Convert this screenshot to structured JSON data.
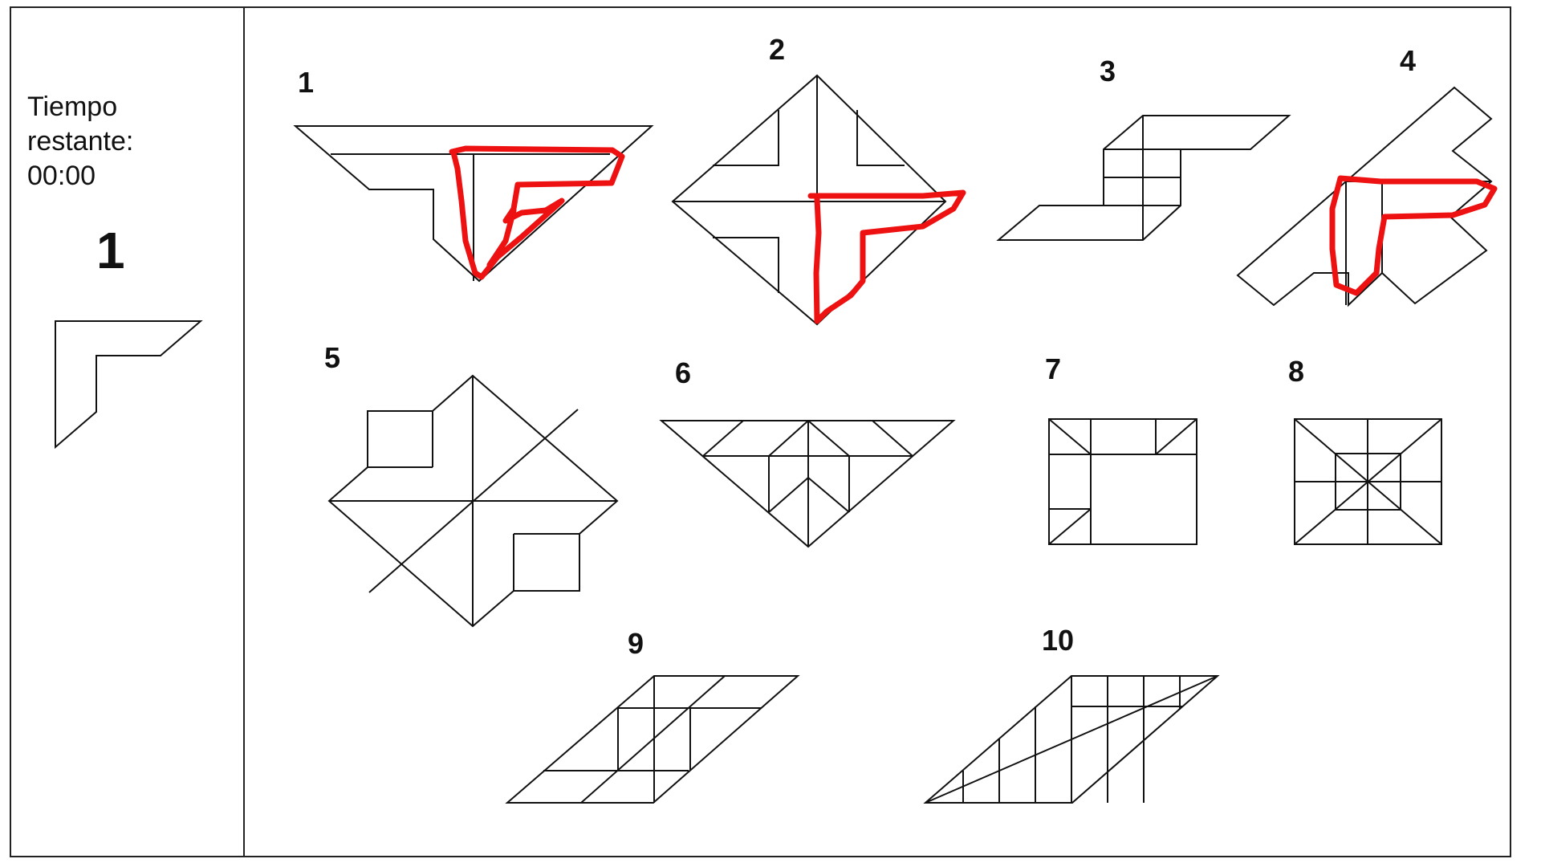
{
  "timer": {
    "label_line1": "Tiempo",
    "label_line2": "restante:",
    "time": "00:00"
  },
  "target": {
    "number": "1"
  },
  "options": [
    {
      "label": "1",
      "marked": true
    },
    {
      "label": "2",
      "marked": true
    },
    {
      "label": "3",
      "marked": false
    },
    {
      "label": "4",
      "marked": true
    },
    {
      "label": "5",
      "marked": false
    },
    {
      "label": "6",
      "marked": false
    },
    {
      "label": "7",
      "marked": false
    },
    {
      "label": "8",
      "marked": false
    },
    {
      "label": "9",
      "marked": false
    },
    {
      "label": "10",
      "marked": false
    }
  ],
  "colors": {
    "line": "#111111",
    "annotation": "#ee1111",
    "background": "#ffffff"
  }
}
